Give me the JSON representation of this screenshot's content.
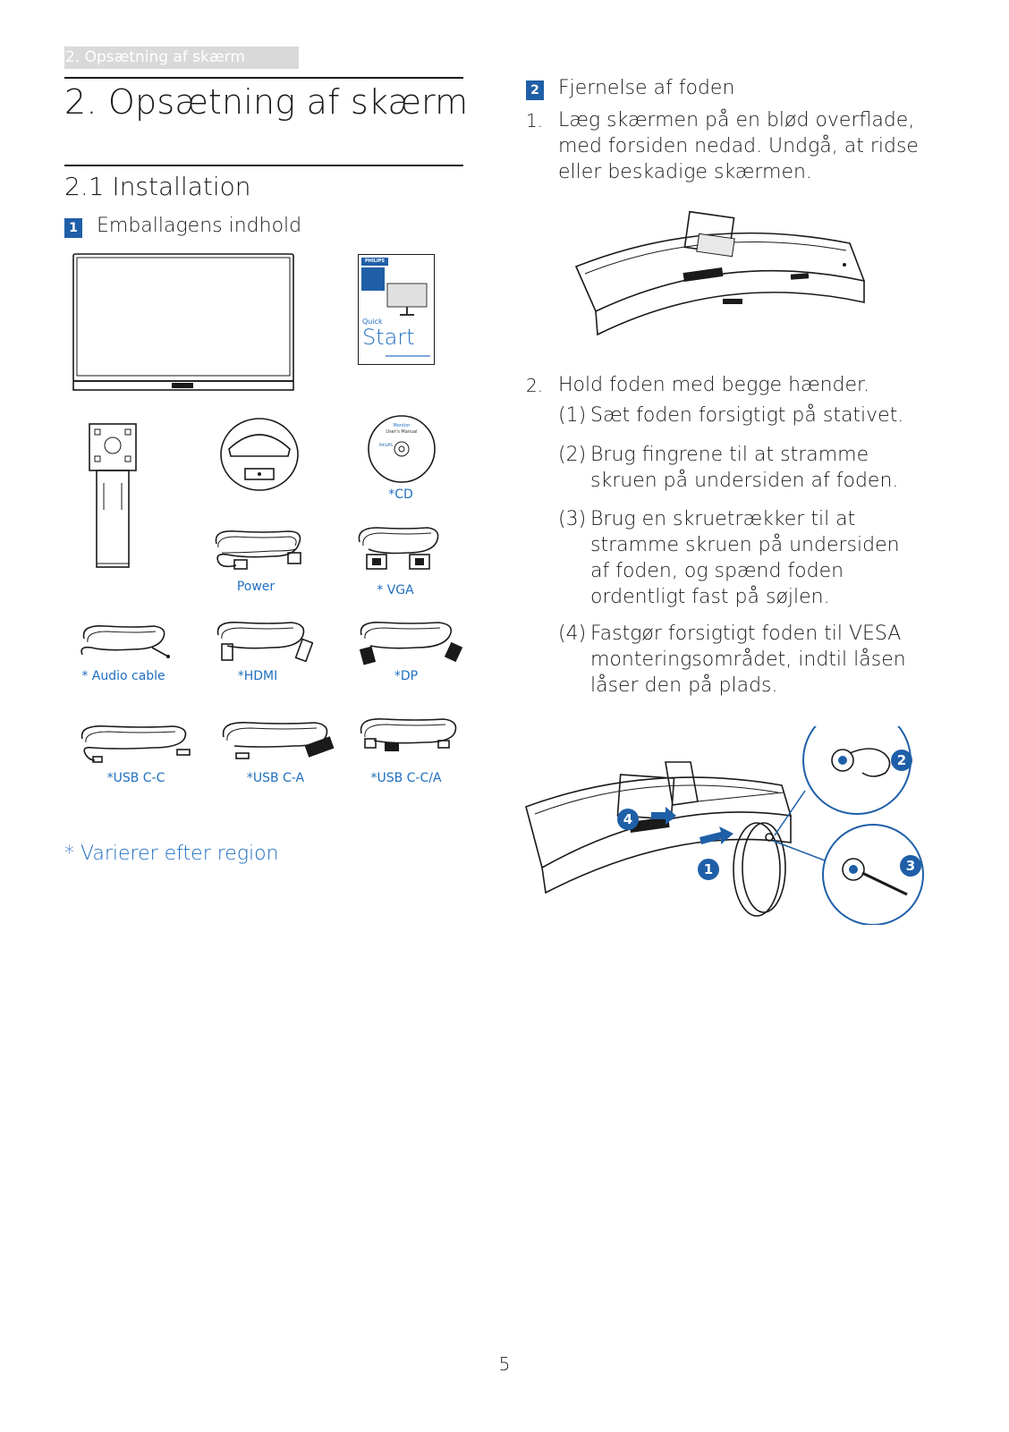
{
  "header": {
    "chapter_tab": "2. Opsætning af skærm"
  },
  "title": "2.  Opsætning af skærm",
  "section": "2.1  Installation",
  "step1": {
    "badge": "1",
    "title": "Emballagens indhold"
  },
  "quickstart": {
    "brand": "PHILIPS",
    "quick": "Quick",
    "start": "Start"
  },
  "cd": {
    "label1": "Monitor",
    "label2": "User's Manual",
    "brand": "PHILIPS"
  },
  "captions": {
    "cd": "*CD",
    "power": "Power",
    "vga": "* VGA",
    "audio": "* Audio cable",
    "hdmi": "*HDMI",
    "dp": "*DP",
    "usbcc": "*USB C-C",
    "usbca": "*USB C-A",
    "usbcca": "*USB C-C/A"
  },
  "note": "* Varierer efter region",
  "step2": {
    "badge": "2",
    "title": "Fjernelse af foden",
    "items": [
      {
        "num": "1.",
        "text": "Læg skærmen på en blød overflade, med forsiden nedad. Undgå, at ridse eller beskadige skærmen."
      },
      {
        "num": "2.",
        "text": "Hold foden med begge hænder."
      }
    ],
    "subitems": [
      {
        "num": "(1)",
        "text": "Sæt foden forsigtigt på stativet."
      },
      {
        "num": "(2)",
        "text": "Brug fingrene til at stramme skruen på undersiden af foden."
      },
      {
        "num": "(3)",
        "text": "Brug en skruetrækker til at stramme skruen på undersiden af foden, og spænd foden ordentligt fast på søjlen."
      },
      {
        "num": "(4)",
        "text": "Fastgør forsigtigt foden til VESA monteringsområdet, indtil låsen låser den på plads."
      }
    ]
  },
  "callouts": {
    "c1": "1",
    "c2": "2",
    "c3": "3",
    "c4": "4"
  },
  "page_number": "5",
  "colors": {
    "accent": "#1f5fa8",
    "caption_blue": "#1f6fc0",
    "tab_gray": "#d9d9d9"
  }
}
